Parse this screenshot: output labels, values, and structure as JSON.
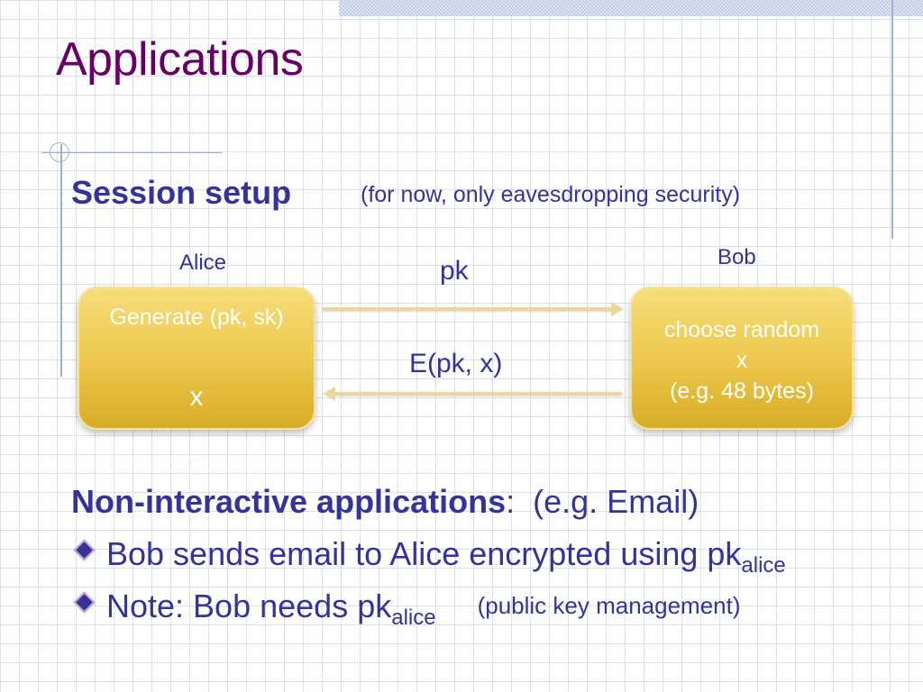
{
  "slide": {
    "title": "Applications",
    "session_setup": {
      "heading": "Session setup",
      "note": "(for now, only eavesdropping security)"
    },
    "diagram": {
      "alice_label": "Alice",
      "bob_label": "Bob",
      "alice_box": {
        "generate": "Generate  (pk, sk)",
        "x": "x"
      },
      "bob_box": {
        "line1": "choose random",
        "line2": "x",
        "line3": "(e.g.  48 bytes)"
      },
      "msg_to_bob": "pk",
      "msg_to_alice": "E(pk, x)"
    },
    "noninteractive": {
      "heading": "Non-interactive applications",
      "colon": ":",
      "example": "(e.g.  Email)"
    },
    "bullets": [
      {
        "text": "Bob sends email to Alice encrypted using  pk",
        "sub": "alice"
      },
      {
        "text": "Note:   Bob needs  pk",
        "sub": "alice",
        "note": "(public key management)"
      }
    ],
    "colors": {
      "title": "#660066",
      "text": "#333399",
      "box": "#ecc64a"
    }
  }
}
